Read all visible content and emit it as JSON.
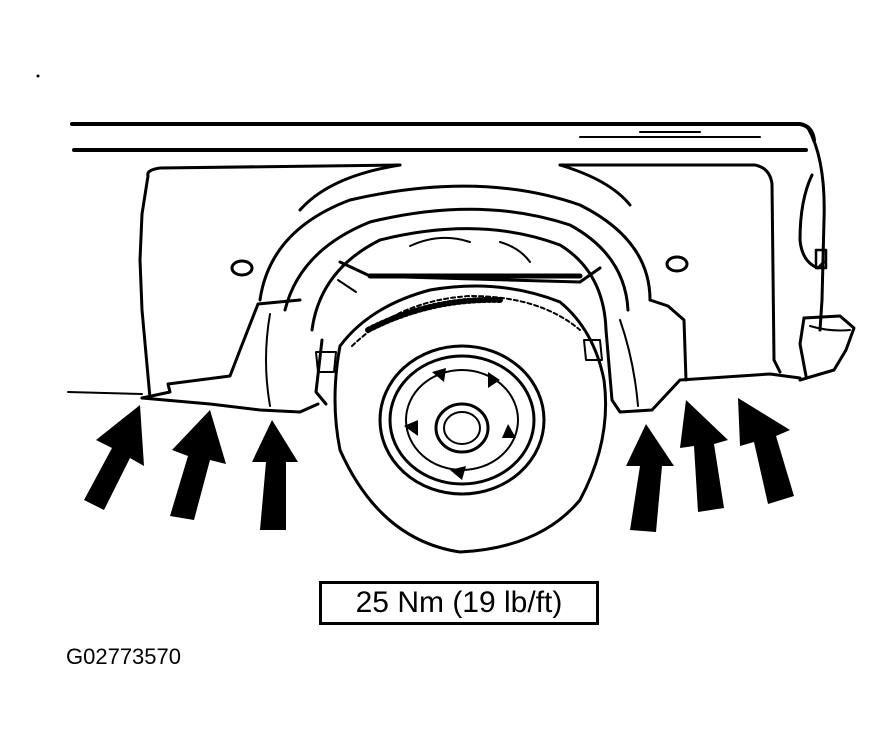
{
  "diagram": {
    "torque_spec": "25 Nm (19 lb/ft)",
    "figure_id": "G02773570",
    "fastener_arrow_count": 6
  }
}
